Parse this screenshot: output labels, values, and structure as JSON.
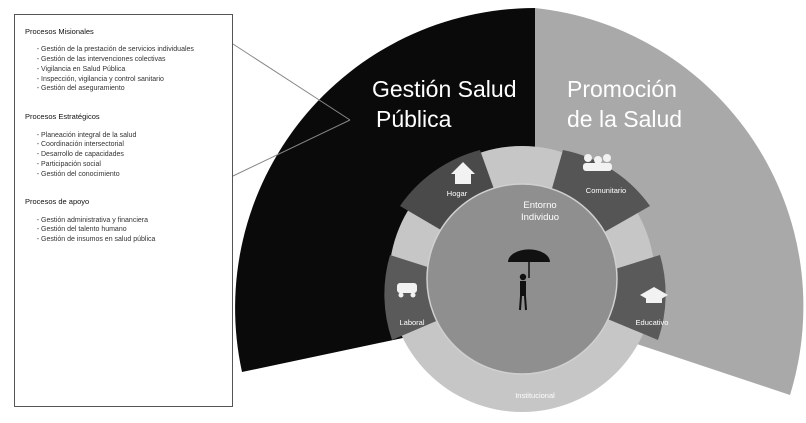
{
  "callout": {
    "sections": [
      {
        "title": "Procesos Misionales",
        "items": [
          "Gestión de la prestación de servicios individuales",
          "Gestión de las intervenciones colectivas",
          "Vigilancia en Salud Pública",
          "Inspección, vigilancia y control sanitario",
          "Gestión del aseguramiento"
        ]
      },
      {
        "title": "Procesos Estratégicos",
        "items": [
          "Planeación integral de la salud",
          "Coordinación intersectorial",
          "Desarrollo de capacidades",
          "Participación social",
          "Gestión del conocimiento"
        ]
      },
      {
        "title": "Procesos de apoyo",
        "items": [
          "Gestión administrativa y financiera",
          "Gestión del talento humano",
          "Gestión de insumos en salud pública"
        ]
      }
    ]
  },
  "diagram": {
    "left_title_line1": "Gestión Salud",
    "left_title_line2": "Pública",
    "right_title_line1": "Promoción",
    "right_title_line2": "de la Salud",
    "center_line1": "Entorno",
    "center_line2": "Individuo",
    "segments": {
      "hogar": "Hogar",
      "comunitario": "Comunitario",
      "laboral": "Laboral",
      "educativo": "Educativo",
      "institucional": "Institucional"
    },
    "colors": {
      "left": "#0a0a0a",
      "right": "#a9a9a9",
      "ring_outer": "#c2c2c2",
      "ring_seg": "#555555",
      "center": "#8f8f8f"
    }
  }
}
